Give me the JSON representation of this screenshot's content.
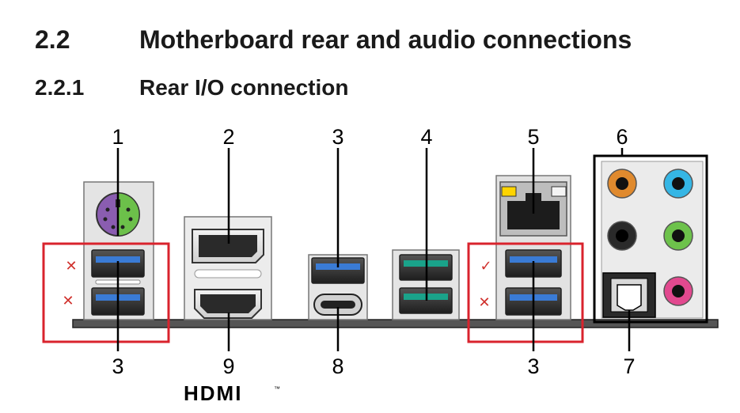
{
  "heading": {
    "number": "2.2",
    "title": "Motherboard rear and audio connections"
  },
  "subheading": {
    "number": "2.2.1",
    "title": "Rear I/O connection"
  },
  "callouts_top": [
    "1",
    "2",
    "3",
    "4",
    "5",
    "6"
  ],
  "callouts_bottom": [
    "3",
    "9",
    "8",
    "3",
    "7"
  ],
  "annotations": {
    "left_upper": "✕",
    "left_lower": "✕",
    "right_upper": "✓",
    "right_lower": "✕"
  },
  "logo": {
    "text": "HDMI",
    "trademark": "™"
  },
  "colors": {
    "highlight": "#d9232d",
    "usb_blue": "#3a7bd5",
    "usb_teal": "#1aa38a",
    "ps2_purple": "#8a5db0",
    "ps2_green": "#6cc04a",
    "audio_orange": "#e08a2e",
    "audio_cyan": "#35b6e5",
    "audio_black": "#2a2a2a",
    "audio_green": "#6dc24b",
    "audio_pink": "#e2498f",
    "led_yellow": "#ffd400"
  }
}
